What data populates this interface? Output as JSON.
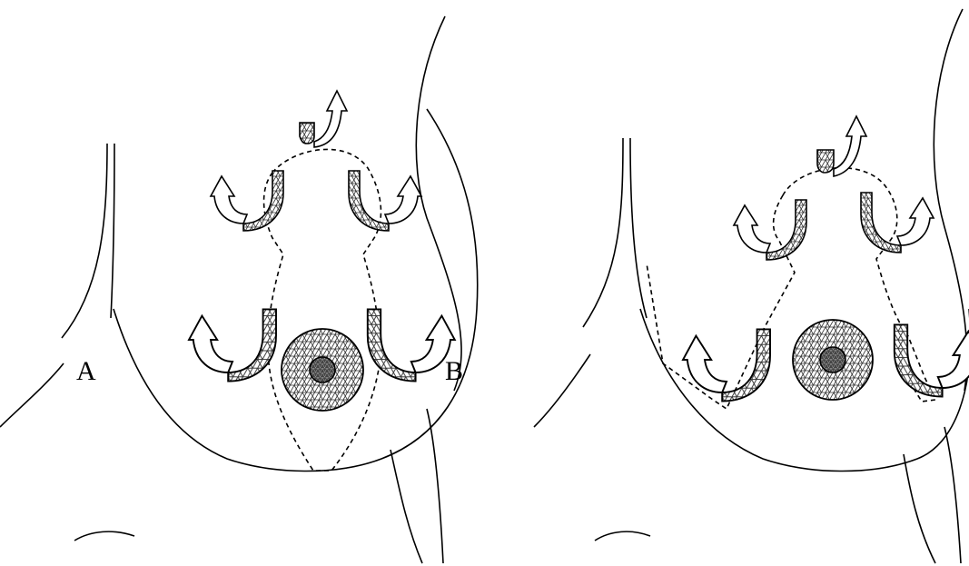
{
  "labels": {
    "left_figure_label_a": "A",
    "left_figure_label_b": "B"
  },
  "colors": {
    "line": "#000000",
    "background": "#ffffff",
    "hatch_fill": "#9a9a9a",
    "nipple_fill": "#555555"
  },
  "figures": [
    {
      "name": "left-figure",
      "flaps": [
        "top-flap",
        "upper-left-flap",
        "upper-right-flap",
        "lower-left-flap",
        "lower-right-flap"
      ],
      "arrow_icons": [
        "up-arrow-icon",
        "curved-arrow-icon",
        "curved-arrow-icon",
        "curved-arrow-icon",
        "curved-arrow-icon"
      ]
    },
    {
      "name": "right-figure",
      "flaps": [
        "top-flap",
        "upper-left-flap",
        "upper-right-flap",
        "lower-left-flap",
        "lower-right-flap"
      ],
      "arrow_icons": [
        "up-arrow-icon",
        "curved-arrow-icon",
        "curved-arrow-icon",
        "curved-arrow-icon",
        "curved-arrow-icon"
      ]
    }
  ]
}
